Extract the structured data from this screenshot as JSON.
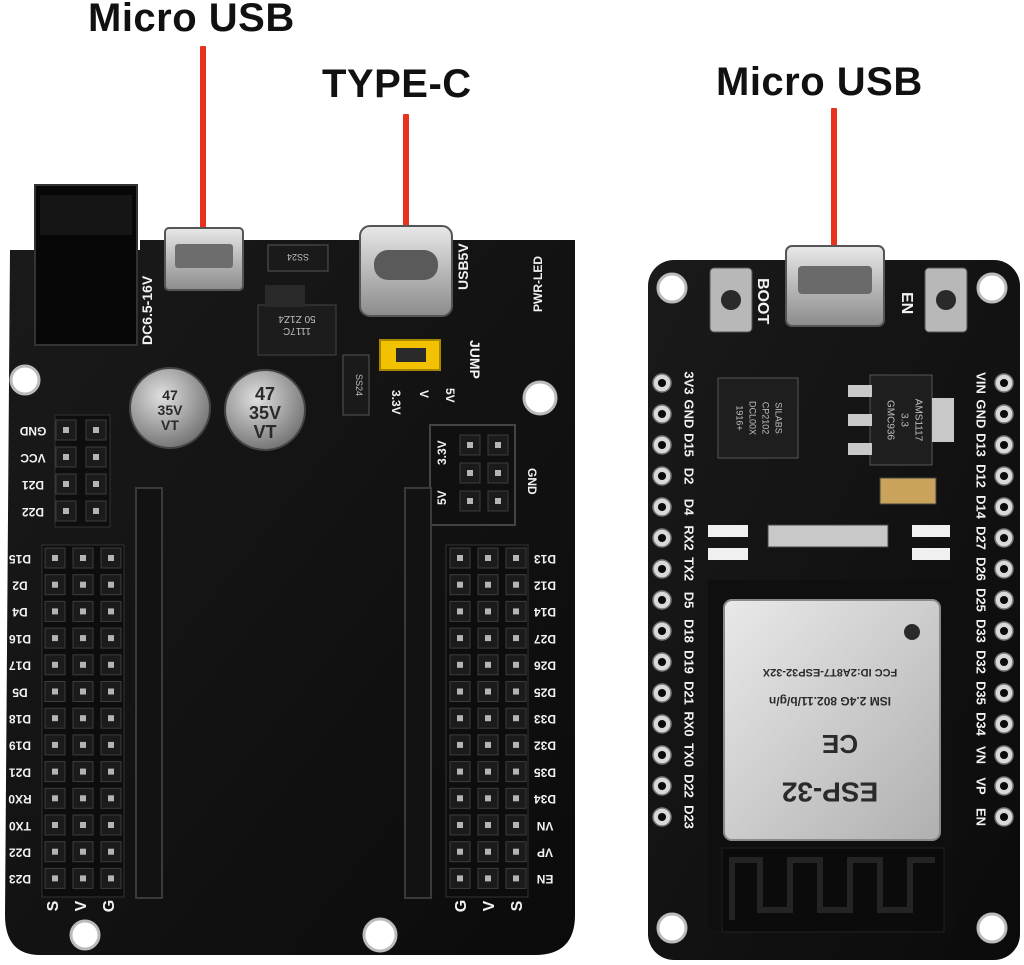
{
  "callouts": {
    "left_micro_usb": "Micro USB",
    "type_c": "TYPE-C",
    "right_micro_usb": "Micro USB"
  },
  "expansion_board": {
    "power_input_label": "DC6.5-16V",
    "usb5v_label": "USB5V",
    "pwr_led_label": "PWR-LED",
    "regulator_top": "1117C",
    "regulator_bottom": "50 Z1Z4",
    "diode_label": "SS24",
    "diode2_label": "SS24",
    "capacitor_1": [
      "47",
      "35V",
      "VT"
    ],
    "capacitor_2": [
      "47",
      "35V",
      "VT"
    ],
    "jumper_label": "JUMP",
    "jumper_33v": "3.3V",
    "jumper_v": "V",
    "jumper_5v": "5V",
    "power_header_left": [
      "GND",
      "VCC",
      "D21",
      "D22"
    ],
    "power_header_right_top": "3.3V",
    "power_header_right_bottom": "5V",
    "power_header_gnd": "GND",
    "left_pins": [
      "D15",
      "D2",
      "D4",
      "D16",
      "D17",
      "D5",
      "D18",
      "D19",
      "D21",
      "RX0",
      "TX0",
      "D22",
      "D23"
    ],
    "right_pins": [
      "D13",
      "D12",
      "D14",
      "D27",
      "D26",
      "D25",
      "D33",
      "D32",
      "D35",
      "D34",
      "VN",
      "VP",
      "EN"
    ],
    "left_footer": [
      "S",
      "V",
      "G"
    ],
    "right_footer": [
      "G",
      "V",
      "S"
    ]
  },
  "esp32_board": {
    "boot_label": "BOOT",
    "en_label": "EN",
    "left_pins": [
      "3V3",
      "GND",
      "D15",
      "D2",
      "D4",
      "RX2",
      "TX2",
      "D5",
      "D18",
      "D19",
      "D21",
      "RX0",
      "TX0",
      "D22",
      "D23"
    ],
    "right_pins": [
      "VIN",
      "GND",
      "D13",
      "D12",
      "D14",
      "D27",
      "D26",
      "D25",
      "D33",
      "D32",
      "D35",
      "D34",
      "VN",
      "VP",
      "EN"
    ],
    "usb_chip": [
      "SILABS",
      "CP2102",
      "DCL00X",
      "1916+"
    ],
    "ldo_chip": [
      "AMS1117",
      "3.3",
      "GMC936"
    ],
    "module_name": "ESP-32",
    "module_ce": "CE",
    "module_fcc": "FCC ID:2A8T7-ESP32-32X",
    "module_ism": "ISM 2.4G 802.11/b/g/n"
  }
}
